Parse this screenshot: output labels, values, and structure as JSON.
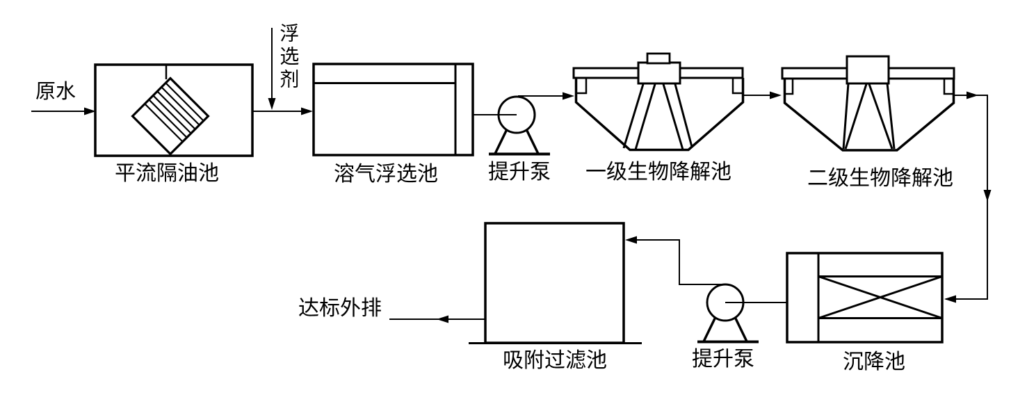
{
  "diagram": {
    "type": "process-flow",
    "background_color": "#ffffff",
    "line_color": "#000000",
    "labels": {
      "raw_water": "原水",
      "flotation_agent": "浮选剂",
      "oil_separator": "平流隔油池",
      "flotation_tank": "溶气浮选池",
      "lift_pump_1": "提升泵",
      "bio_tank_1": "一级生物降解池",
      "bio_tank_2": "二级生物降解池",
      "settling_tank": "沉降池",
      "lift_pump_2": "提升泵",
      "adsorption_filter": "吸附过滤池",
      "discharge": "达标外排"
    }
  }
}
